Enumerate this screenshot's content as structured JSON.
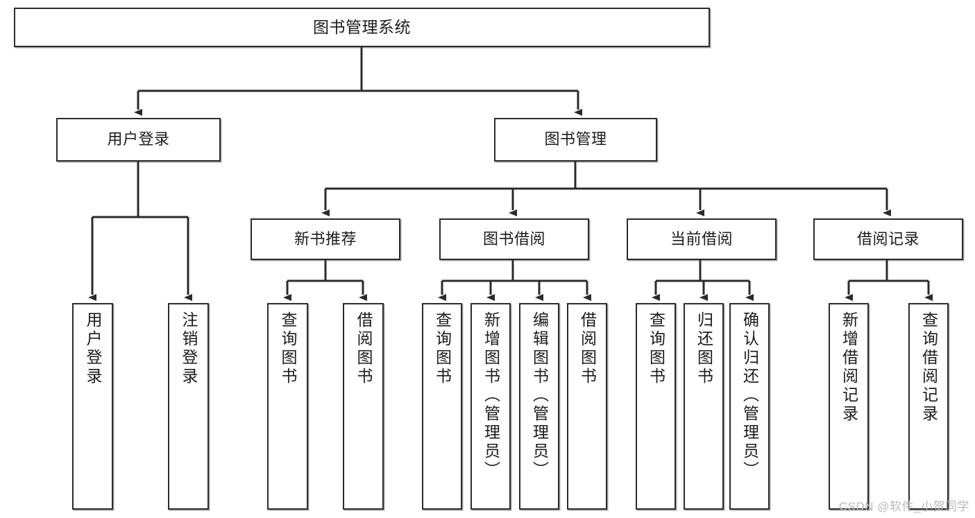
{
  "diagram": {
    "title": "图书管理系统",
    "type": "tree-hierarchy",
    "root": {
      "label": "图书管理系统"
    },
    "level1": [
      {
        "label": "用户登录"
      },
      {
        "label": "图书管理"
      }
    ],
    "level2": [
      {
        "label": "新书推荐"
      },
      {
        "label": "图书借阅"
      },
      {
        "label": "当前借阅"
      },
      {
        "label": "借阅记录"
      }
    ],
    "leaves_user_login": [
      {
        "label": "用户登录"
      },
      {
        "label": "注销登录"
      }
    ],
    "leaves_new_book": [
      {
        "label": "查询图书"
      },
      {
        "label": "借阅图书"
      }
    ],
    "leaves_borrow": [
      {
        "label": "查询图书"
      },
      {
        "label": "新增图书（管理员）"
      },
      {
        "label": "编辑图书（管理员）"
      },
      {
        "label": "借阅图书"
      }
    ],
    "leaves_current": [
      {
        "label": "查询图书"
      },
      {
        "label": "归还图书"
      },
      {
        "label": "确认归还（管理员）"
      }
    ],
    "leaves_record": [
      {
        "label": "新增借阅记录"
      },
      {
        "label": "查询借阅记录"
      }
    ],
    "watermark": "CSDN @软件_小贺同学",
    "colors": {
      "stroke": "#2b2b2b",
      "fill": "#ffffff",
      "text": "#1b1b1b",
      "watermark": "#b9b9b9"
    }
  }
}
